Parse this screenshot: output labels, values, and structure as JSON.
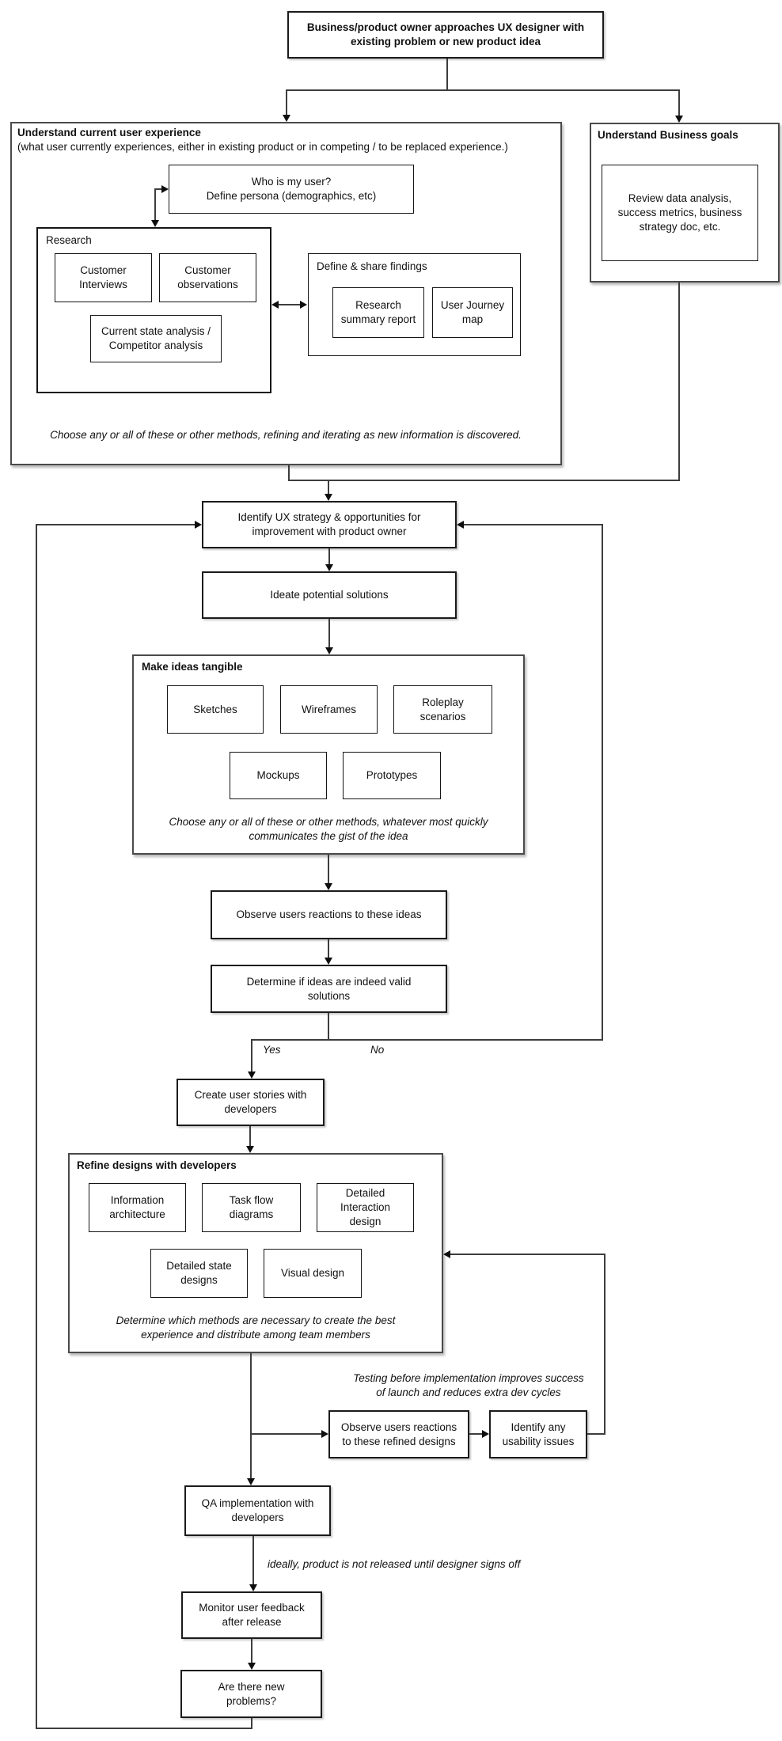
{
  "colors": {
    "background": "#ffffff",
    "line": "#3d3d3d",
    "box_border": "#1b1b1b",
    "panel_border": "#4a4a4a",
    "text": "#111111"
  },
  "nodes": {
    "start": "Business/product owner approaches UX designer with\nexisting problem or new product idea",
    "understand": {
      "title": "Understand current user experience",
      "subtitle": "(what user currently experiences, either in existing product or in competing / to be replaced experience.)",
      "who": "Who is my user?\nDefine persona (demographics, etc)",
      "research_label": "Research",
      "customer_interviews": "Customer\nInterviews",
      "customer_observations": "Customer\nobservations",
      "current_state": "Current state analysis /\nCompetitor analysis",
      "define_label": "Define & share findings",
      "research_summary": "Research\nsummary report",
      "user_journey": "User Journey\nmap",
      "note": "Choose any or all of these or other methods, refining and iterating as new information is discovered."
    },
    "business": {
      "title": "Understand Business goals",
      "review": "Review data analysis,\nsuccess metrics, business\nstrategy doc, etc."
    },
    "identify": "Identify UX strategy & opportunities for\nimprovement with product owner",
    "ideate": "Ideate potential solutions",
    "tangible": {
      "title": "Make ideas tangible",
      "sketches": "Sketches",
      "wireframes": "Wireframes",
      "roleplay": "Roleplay\nscenarios",
      "mockups": "Mockups",
      "prototypes": "Prototypes",
      "note": "Choose any or all of these or other methods, whatever most quickly\ncommunicates the gist of the idea"
    },
    "observe_ideas": "Observe users reactions to these ideas",
    "determine": "Determine if ideas are indeed valid\nsolutions",
    "branch": {
      "yes": "Yes",
      "no": "No"
    },
    "create_stories": "Create user stories with\ndevelopers",
    "refine": {
      "title": "Refine designs with developers",
      "information_architecture": "Information\narchitecture",
      "task_flow": "Task flow\ndiagrams",
      "detailed_interaction": "Detailed\nInteraction\ndesign",
      "detailed_state": "Detailed state\ndesigns",
      "visual_design": "Visual design",
      "note": "Determine which methods are necessary to create the best\nexperience and distribute among team members"
    },
    "testing_note": "Testing before implementation improves success\nof launch and reduces extra dev cycles",
    "observe_refined": "Observe users reactions\nto these refined designs",
    "usability": "Identify any\nusability issues",
    "qa": "QA implementation with\ndevelopers",
    "release_note": "ideally, product is not released until designer signs off",
    "monitor": "Monitor user feedback\nafter release",
    "problems": "Are there new\nproblems?"
  }
}
